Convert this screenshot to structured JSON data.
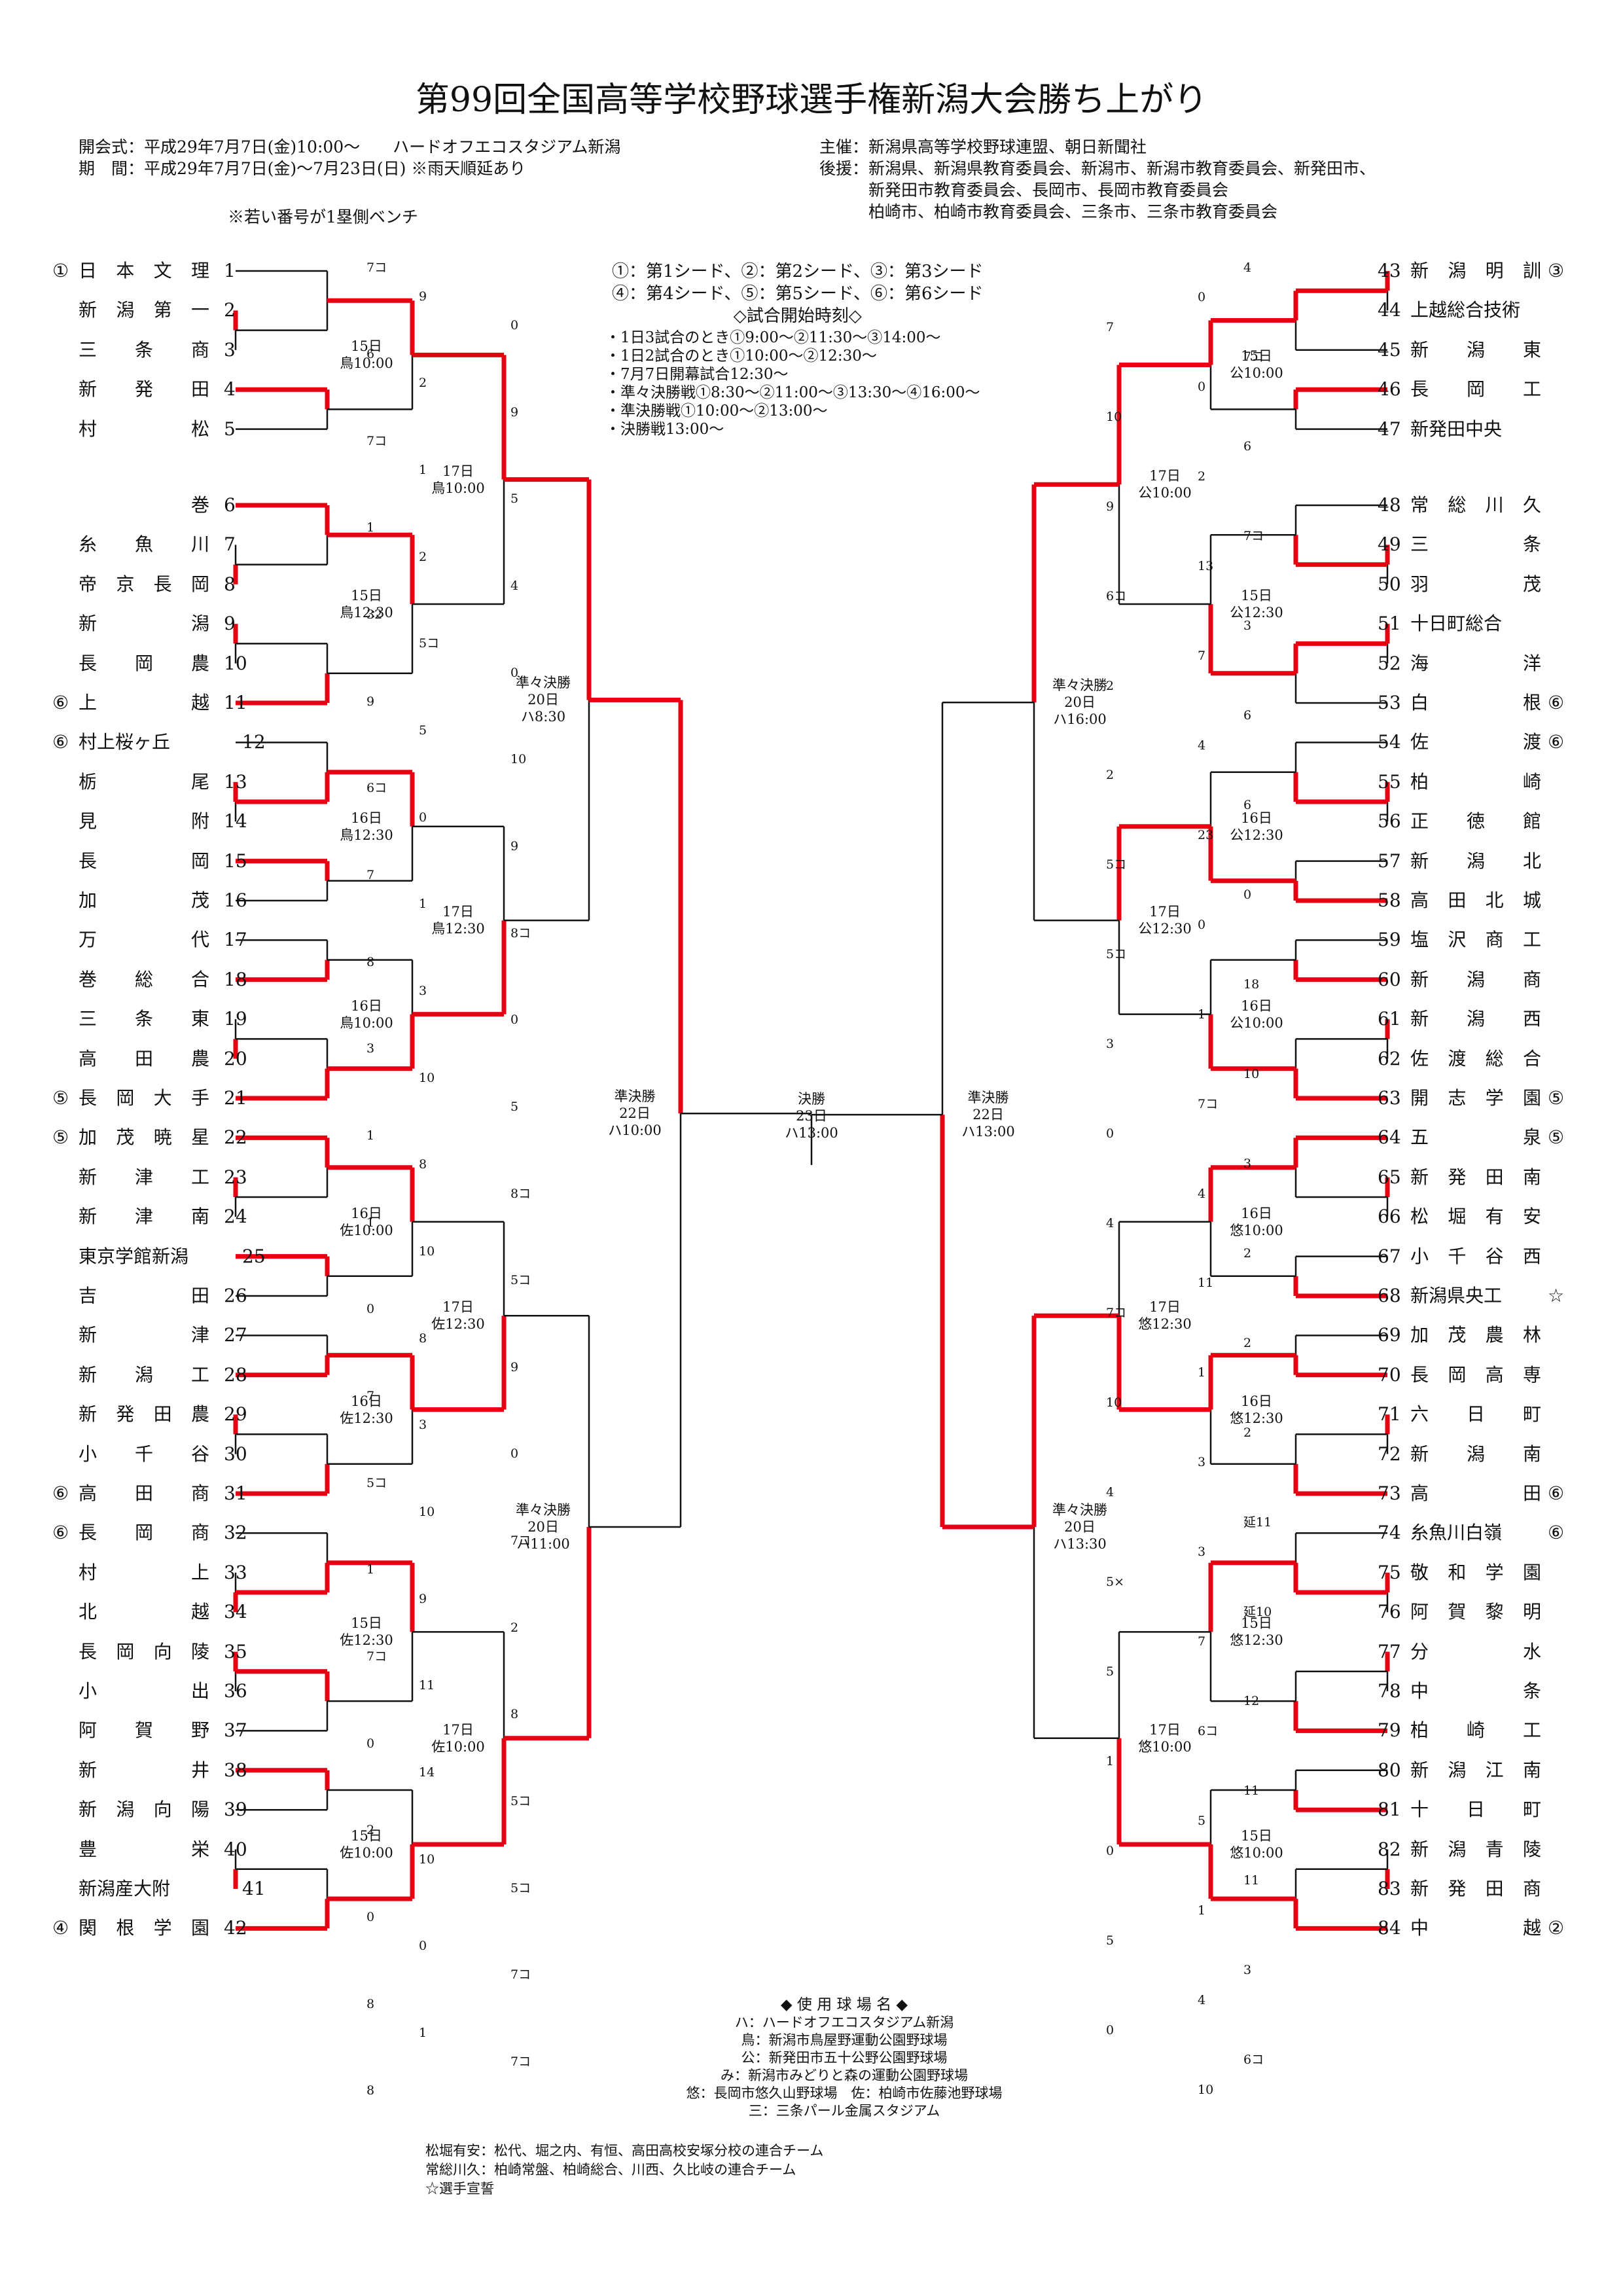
{
  "title": "第99回全国高等学校野球選手権新潟大会勝ち上がり",
  "header_left": [
    "開会式：平成29年7月7日(金)10:00～　　ハードオフエコスタジアム新潟",
    "期　間：平成29年7月7日(金)～7月23日(日)  ※雨天順延あり"
  ],
  "note_bench": "※若い番号が1塁側ベンチ",
  "header_right": [
    "主催：新潟県高等学校野球連盟、朝日新聞社",
    "後援：新潟県、新潟県教育委員会、新潟市、新潟市教育委員会、新発田市、",
    "　　　新発田市教育委員会、長岡市、長岡市教育委員会",
    "　　　柏崎市、柏崎市教育委員会、三条市、三条市教育委員会"
  ],
  "seed_legend": [
    "①：第1シード、②：第2シード、③：第3シード",
    "④：第4シード、⑤：第5シード、⑥：第6シード"
  ],
  "start_time_title": "◇試合開始時刻◇",
  "start_times": [
    "・1日3試合のとき①9:00～②11:30～③14:00～",
    "・1日2試合のとき①10:00～②12:30～",
    "・7月7日開幕試合12:30～",
    "・準々決勝戦①8:30～②11:00～③13:30～④16:00～",
    "・準決勝戦①10:00～②13:00～",
    "・決勝戦13:00～"
  ],
  "venue_title": "◆ 使 用 球 場 名 ◆",
  "venues": [
    "ハ：ハードオフエコスタジアム新潟",
    "鳥：新潟市鳥屋野運動公園野球場",
    "公：新発田市五十公野公園野球場",
    "み：新潟市みどりと森の運動公園野球場",
    "悠：長岡市悠久山野球場　佐：柏崎市佐藤池野球場",
    "三：三条パール金属スタジアム"
  ],
  "footnotes": [
    "松堀有安：松代、堀之内、有恒、高田高校安塚分校の連合チーム",
    "常総川久：柏崎常盤、柏崎総合、川西、久比岐の連合チーム",
    "☆選手宣誓"
  ],
  "teams_left": [
    {
      "seed": "①",
      "name": "日本文理",
      "num": "1"
    },
    {
      "seed": "",
      "name": "新潟第一",
      "num": "2"
    },
    {
      "seed": "",
      "name": "三条商",
      "num": "3"
    },
    {
      "seed": "",
      "name": "新発田",
      "num": "4"
    },
    {
      "seed": "",
      "name": "村松",
      "num": "5"
    },
    {
      "seed": "",
      "name": "巻",
      "num": "6"
    },
    {
      "seed": "",
      "name": "糸魚川",
      "num": "7"
    },
    {
      "seed": "",
      "name": "帝京長岡",
      "num": "8"
    },
    {
      "seed": "",
      "name": "新潟",
      "num": "9"
    },
    {
      "seed": "",
      "name": "長岡農",
      "num": "10"
    },
    {
      "seed": "⑥",
      "name": "上越",
      "num": "11"
    },
    {
      "seed": "⑥",
      "name": "村上桜ヶ丘",
      "num": "12"
    },
    {
      "seed": "",
      "name": "栃尾",
      "num": "13"
    },
    {
      "seed": "",
      "name": "見附",
      "num": "14"
    },
    {
      "seed": "",
      "name": "長岡",
      "num": "15"
    },
    {
      "seed": "",
      "name": "加茂",
      "num": "16"
    },
    {
      "seed": "",
      "name": "万代",
      "num": "17"
    },
    {
      "seed": "",
      "name": "巻総合",
      "num": "18"
    },
    {
      "seed": "",
      "name": "三条東",
      "num": "19"
    },
    {
      "seed": "",
      "name": "高田農",
      "num": "20"
    },
    {
      "seed": "⑤",
      "name": "長岡大手",
      "num": "21"
    },
    {
      "seed": "⑤",
      "name": "加茂暁星",
      "num": "22"
    },
    {
      "seed": "",
      "name": "新津工",
      "num": "23"
    },
    {
      "seed": "",
      "name": "新津南",
      "num": "24"
    },
    {
      "seed": "",
      "name": "東京学館新潟",
      "num": "25"
    },
    {
      "seed": "",
      "name": "吉田",
      "num": "26"
    },
    {
      "seed": "",
      "name": "新津",
      "num": "27"
    },
    {
      "seed": "",
      "name": "新潟工",
      "num": "28"
    },
    {
      "seed": "",
      "name": "新発田農",
      "num": "29"
    },
    {
      "seed": "",
      "name": "小千谷",
      "num": "30"
    },
    {
      "seed": "⑥",
      "name": "高田商",
      "num": "31"
    },
    {
      "seed": "⑥",
      "name": "長岡商",
      "num": "32"
    },
    {
      "seed": "",
      "name": "村上",
      "num": "33"
    },
    {
      "seed": "",
      "name": "北越",
      "num": "34"
    },
    {
      "seed": "",
      "name": "長岡向陵",
      "num": "35"
    },
    {
      "seed": "",
      "name": "小出",
      "num": "36"
    },
    {
      "seed": "",
      "name": "阿賀野",
      "num": "37"
    },
    {
      "seed": "",
      "name": "新井",
      "num": "38"
    },
    {
      "seed": "",
      "name": "新潟向陽",
      "num": "39"
    },
    {
      "seed": "",
      "name": "豊栄",
      "num": "40"
    },
    {
      "seed": "",
      "name": "新潟産大附",
      "num": "41"
    },
    {
      "seed": "④",
      "name": "関根学園",
      "num": "42"
    }
  ],
  "teams_right": [
    {
      "num": "43",
      "name": "新潟明訓",
      "seed": "③"
    },
    {
      "num": "44",
      "name": "上越総合技術",
      "seed": ""
    },
    {
      "num": "45",
      "name": "新潟東",
      "seed": ""
    },
    {
      "num": "46",
      "name": "長岡工",
      "seed": ""
    },
    {
      "num": "47",
      "name": "新発田中央",
      "seed": ""
    },
    {
      "num": "48",
      "name": "常総川久",
      "seed": ""
    },
    {
      "num": "49",
      "name": "三条",
      "seed": ""
    },
    {
      "num": "50",
      "name": "羽茂",
      "seed": ""
    },
    {
      "num": "51",
      "name": "十日町総合",
      "seed": ""
    },
    {
      "num": "52",
      "name": "海洋",
      "seed": ""
    },
    {
      "num": "53",
      "name": "白根",
      "seed": "⑥"
    },
    {
      "num": "54",
      "name": "佐渡",
      "seed": "⑥"
    },
    {
      "num": "55",
      "name": "柏崎",
      "seed": ""
    },
    {
      "num": "56",
      "name": "正徳館",
      "seed": ""
    },
    {
      "num": "57",
      "name": "新潟北",
      "seed": ""
    },
    {
      "num": "58",
      "name": "高田北城",
      "seed": ""
    },
    {
      "num": "59",
      "name": "塩沢商工",
      "seed": ""
    },
    {
      "num": "60",
      "name": "新潟商",
      "seed": ""
    },
    {
      "num": "61",
      "name": "新潟西",
      "seed": ""
    },
    {
      "num": "62",
      "name": "佐渡総合",
      "seed": ""
    },
    {
      "num": "63",
      "name": "開志学園",
      "seed": "⑤"
    },
    {
      "num": "64",
      "name": "五泉",
      "seed": "⑤"
    },
    {
      "num": "65",
      "name": "新発田南",
      "seed": ""
    },
    {
      "num": "66",
      "name": "松堀有安",
      "seed": ""
    },
    {
      "num": "67",
      "name": "小千谷西",
      "seed": ""
    },
    {
      "num": "68",
      "name": "新潟県央工",
      "seed": "☆"
    },
    {
      "num": "69",
      "name": "加茂農林",
      "seed": ""
    },
    {
      "num": "70",
      "name": "長岡高専",
      "seed": ""
    },
    {
      "num": "71",
      "name": "六日町",
      "seed": ""
    },
    {
      "num": "72",
      "name": "新潟南",
      "seed": ""
    },
    {
      "num": "73",
      "name": "高田",
      "seed": "⑥"
    },
    {
      "num": "74",
      "name": "糸魚川白嶺",
      "seed": "⑥"
    },
    {
      "num": "75",
      "name": "敬和学園",
      "seed": ""
    },
    {
      "num": "76",
      "name": "阿賀黎明",
      "seed": ""
    },
    {
      "num": "77",
      "name": "分水",
      "seed": ""
    },
    {
      "num": "78",
      "name": "中条",
      "seed": ""
    },
    {
      "num": "79",
      "name": "柏崎工",
      "seed": ""
    },
    {
      "num": "80",
      "name": "新潟江南",
      "seed": ""
    },
    {
      "num": "81",
      "name": "十日町",
      "seed": ""
    },
    {
      "num": "82",
      "name": "新潟青陵",
      "seed": ""
    },
    {
      "num": "83",
      "name": "新発田商",
      "seed": ""
    },
    {
      "num": "84",
      "name": "中越",
      "seed": "②"
    }
  ],
  "match_info_left": [
    "15日\n鳥10:00",
    "17日\n鳥10:00",
    "15日\n鳥12:30",
    "準々決勝\n20日\nハ8:30",
    "16日\n鳥12:30",
    "17日\n鳥12:30",
    "16日\n鳥10:00",
    "準決勝\n22日\nハ10:00",
    "16日\n佐10:00",
    "17日\n佐12:30",
    "16日\n佐12:30",
    "準々決勝\n20日\nハ11:00",
    "15日\n佐12:30",
    "17日\n佐10:00",
    "15日\n佐10:00"
  ],
  "match_info_right": [
    "15日\n公10:00",
    "17日\n公10:00",
    "15日\n公12:30",
    "準々決勝\n20日\nハ16:00",
    "16日\n公12:30",
    "17日\n公12:30",
    "16日\n公10:00",
    "準決勝\n22日\nハ13:00",
    "16日\n悠10:00",
    "17日\n悠12:30",
    "16日\n悠12:30",
    "準々決勝\n20日\nハ13:30",
    "15日\n悠12:30",
    "17日\n悠10:00",
    "15日\n悠10:00"
  ],
  "final_info": "決勝\n23日\nハ13:00",
  "scores": [
    "7コ",
    "9",
    "0",
    "6",
    "2",
    "9",
    "7コ",
    "1",
    "5",
    "1",
    "2",
    "4",
    "32",
    "5コ",
    "0",
    "9",
    "5",
    "10",
    "6コ",
    "0",
    "9",
    "7",
    "1",
    "8コ",
    "8",
    "3",
    "0",
    "3",
    "10",
    "5",
    "1",
    "8",
    "8コ",
    "1",
    "10",
    "5コ",
    "0",
    "8",
    "9",
    "7",
    "3",
    "0",
    "5コ",
    "10",
    "7コ",
    "1",
    "9",
    "2",
    "7コ",
    "11",
    "8",
    "0",
    "14",
    "5コ",
    "2",
    "10",
    "5コ",
    "0",
    "0",
    "7コ",
    "8",
    "1",
    "7コ",
    "8",
    "4",
    "0",
    "7",
    "7コ",
    "0",
    "10",
    "6",
    "2",
    "9",
    "7コ",
    "13",
    "6コ",
    "3",
    "7",
    "2",
    "6",
    "4",
    "2",
    "6",
    "23",
    "5コ",
    "0",
    "0",
    "5コ",
    "18",
    "1",
    "3",
    "10",
    "7コ",
    "0",
    "3",
    "4",
    "4",
    "2",
    "11",
    "7コ",
    "2",
    "1",
    "10",
    "2",
    "3",
    "4",
    "延11",
    "3",
    "5×",
    "延10",
    "7",
    "5",
    "12",
    "6コ",
    "1",
    "11",
    "5",
    "0",
    "11",
    "1",
    "5",
    "3",
    "4",
    "0",
    "6コ",
    "10"
  ],
  "colors": {
    "winner_line": "#e60012",
    "loser_line": "#111111"
  }
}
